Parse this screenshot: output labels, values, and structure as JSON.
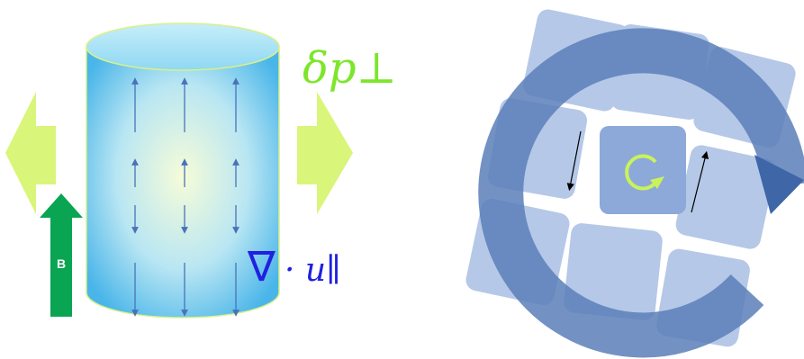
{
  "left_panel": {
    "pressure_label": "δp⊥",
    "divergence_operator": "∇",
    "divergence_term": "· u∥",
    "field_label": "B",
    "colors": {
      "cylinder_top": "#aee4f7",
      "cylinder_center": "#f4fbd9",
      "cylinder_edge": "#45b4e8",
      "side_arrows": "#d9f57a",
      "field_arrow": "#0aa552",
      "pressure_text": "#7de62a",
      "divergence_text": "#2020e0",
      "flow_arrows": "#4a72b8"
    },
    "icons": [
      "left-pressure-arrow-icon",
      "right-pressure-arrow-icon",
      "magnetic-field-arrow-icon",
      "flow-arrow-icon"
    ]
  },
  "right_panel": {
    "colors": {
      "tiles": "#9db6df",
      "ring": "#5a7fb8",
      "center_tile": "#8ca9d9",
      "center_icon": "#c9f25c"
    },
    "icons": [
      "rotation-ring-icon",
      "circular-arrow-icon",
      "down-arrow-icon",
      "up-arrow-icon"
    ]
  }
}
